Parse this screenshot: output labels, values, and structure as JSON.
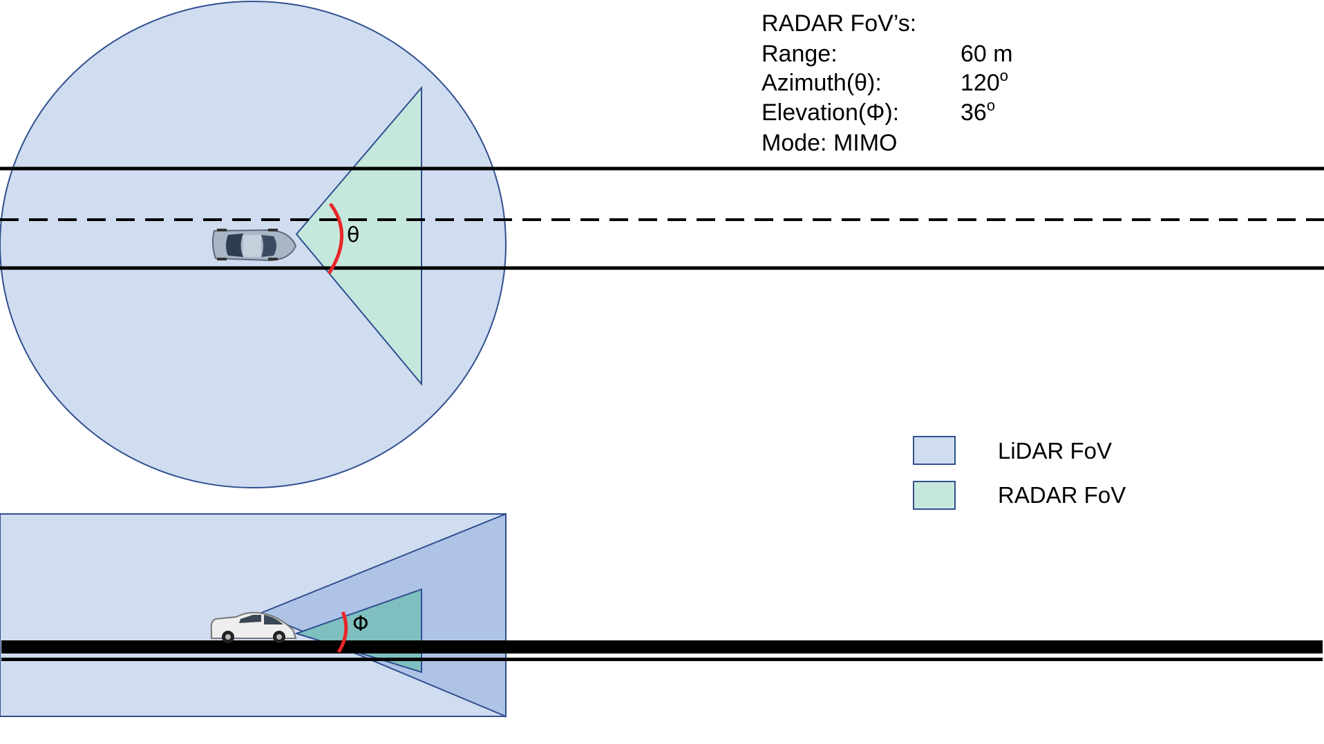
{
  "info": {
    "heading": "RADAR FoV’s:",
    "rows": [
      {
        "label": "Range:",
        "value": "60 m"
      },
      {
        "label": "Azimuth(θ):",
        "value": "120"
      },
      {
        "label": "Elevation(Φ):",
        "value": "36"
      }
    ],
    "degree_mark": "o",
    "mode": "Mode: MIMO"
  },
  "angles": {
    "azimuth_symbol": "θ",
    "elevation_symbol": "Φ"
  },
  "legend": {
    "lidar_label": "LiDAR FoV",
    "radar_label": "RADAR FoV"
  },
  "colors": {
    "lidar_fill": "#d0dcf0",
    "lidar_stroke": "#2f4f8f",
    "radar_fill": "#c6e8dc",
    "radar_side_fill": "#7fbfbf",
    "lidar_side_cone": "#aec3e6",
    "angle_arc": "#e8262b",
    "road_line": "#000000"
  },
  "icons": {
    "top_car": "car-top-view-icon",
    "side_car": "car-side-view-icon"
  }
}
